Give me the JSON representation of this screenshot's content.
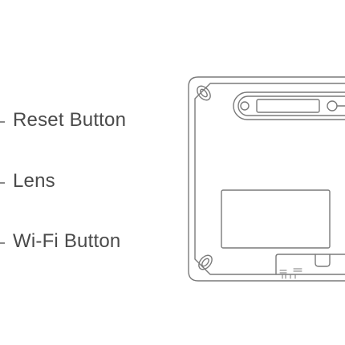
{
  "labels": {
    "reset_button": "Reset Button",
    "lens": "Lens",
    "wifi_button": "Wi-Fi Button"
  },
  "colors": {
    "text": "#4a4a4a",
    "outline": "#7a7a7a",
    "leader": "#8a8a8a",
    "background": "#ffffff"
  }
}
